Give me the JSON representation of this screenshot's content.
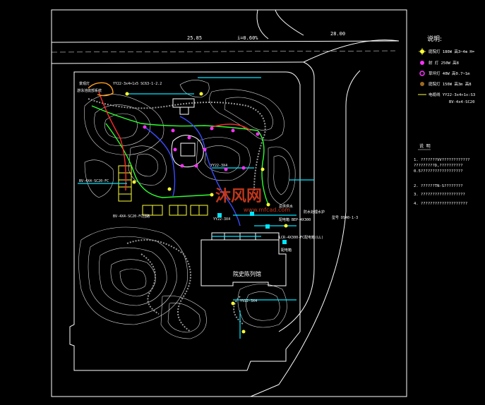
{
  "colors": {
    "background": "#000000",
    "frame": "#ffffff",
    "contour": "#d8d8d8",
    "path_gray": "#9a9a9a",
    "cyan": "#00e5ff",
    "green": "#2cff2c",
    "magenta": "#ff30ff",
    "blue": "#3a4cff",
    "red": "#ff2a2a",
    "yellow": "#ffff33",
    "orange": "#ffa020",
    "watermark": "#e04020"
  },
  "road": {
    "elevation_left": "25.85",
    "slope": "i=0.60%",
    "elevation_right": "28.00"
  },
  "legend": {
    "title": "说明:",
    "items": [
      {
        "icon": "yellow-sunburst-icon",
        "text": "庭院灯 180W 高3~4m H="
      },
      {
        "icon": "magenta-circle-icon",
        "text": "射  灯 250W 高8"
      },
      {
        "icon": "magenta-sunburst-icon",
        "text": "草坪灯 40W 高0.7~1m"
      },
      {
        "icon": "brown-circle-icon",
        "text": "庭院灯 150W 高3m 高8"
      }
    ],
    "cable_line_1": "电缆线    YY22-3x4+1x:S3",
    "cable_line_2": "BV-4x4-SC20"
  },
  "notes": {
    "title": "说 明",
    "items": [
      "1. ???????VV????????????",
      "   ?????????D,??????????",
      "   0.5??????????????????",
      "2. ??????TN-S????????",
      "3. ???????????????????",
      "4. ????????????????????"
    ]
  },
  "plan_labels": {
    "building_name": "院史陈列馆",
    "top_left_label_1": "景观灯",
    "top_left_label_2": "游泳池底部系统",
    "cable_tag_top": "YY22-3x4+1x5 SC63-1-2.2",
    "cable_tag_left": "BV-4X4-SC20-FC",
    "cable_tag_mid_1": "YY22-3X4",
    "cable_tag_mid_2": "YY22-3X4",
    "cable_tag_right_1": "总供供水",
    "cable_tag_right_2": "防水处理水护",
    "cable_tag_right_3": "配电箱 BEP-4X300",
    "cable_tag_right_4": "型号 DS40-1-3",
    "cable_tag_right_5": "LCR-4X300-FC配电箱(LL)",
    "cable_tag_right_6": "配电箱",
    "cable_tag_bottom": "YV22-3X4",
    "bottom_tag": "BV-4X4-SC20-FC回路",
    "watermark_text": "沐风网",
    "watermark_url": "www.mfcad.com"
  }
}
